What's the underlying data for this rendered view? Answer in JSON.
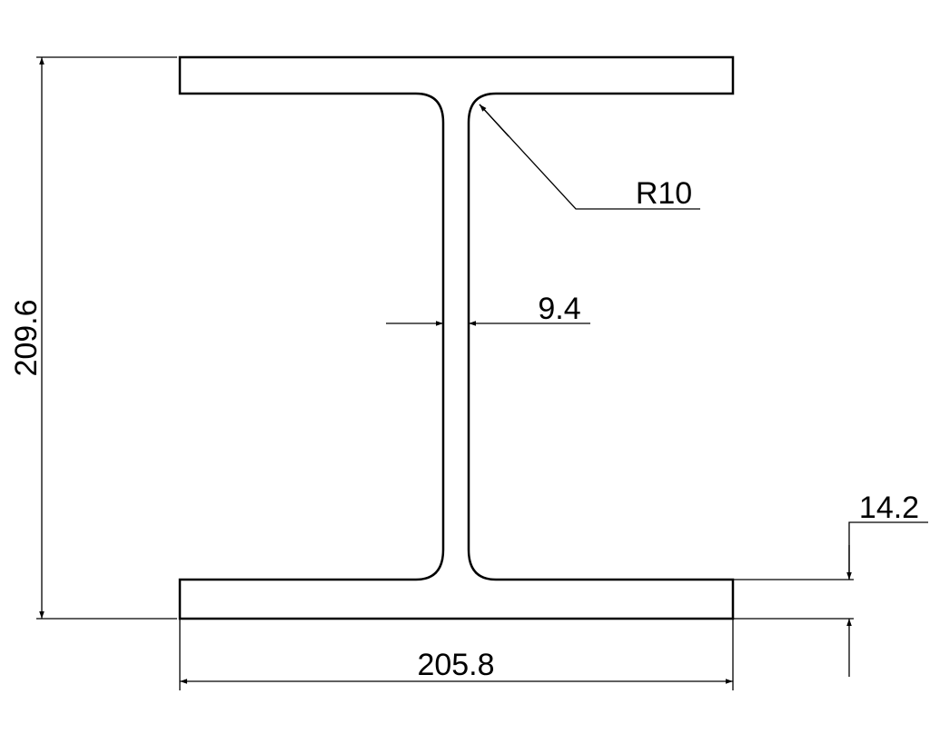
{
  "drawing": {
    "dimensions": {
      "height": "209.6",
      "width": "205.8",
      "web_thickness": "9.4",
      "fillet_radius": "R10",
      "flange_thickness": "14.2"
    },
    "line_color": "#000000",
    "background": "#ffffff"
  }
}
